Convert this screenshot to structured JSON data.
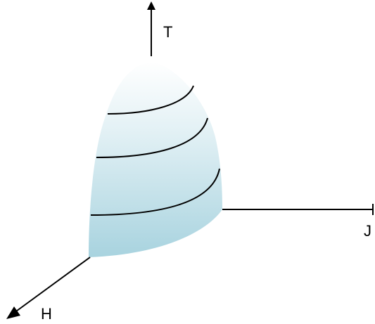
{
  "axes": {
    "t_label": "T",
    "j_label": "J",
    "h_label": "H"
  },
  "colors": {
    "surface_top": "#ffffff",
    "surface_bottom": "#a8d3df",
    "line": "#000000"
  },
  "surface": {
    "contour_count": 3
  }
}
